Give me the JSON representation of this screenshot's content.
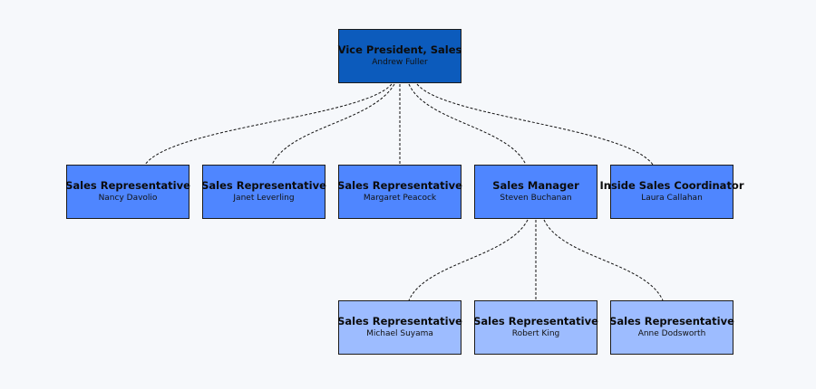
{
  "org_chart": {
    "root": {
      "title": "Vice President, Sales",
      "name": "Andrew Fuller"
    },
    "direct_reports": [
      {
        "title": "Sales Representative",
        "name": "Nancy Davolio"
      },
      {
        "title": "Sales Representative",
        "name": "Janet Leverling"
      },
      {
        "title": "Sales Representative",
        "name": "Margaret Peacock"
      },
      {
        "title": "Sales Manager",
        "name": "Steven Buchanan"
      },
      {
        "title": "Inside Sales Coordinator",
        "name": "Laura Callahan"
      }
    ],
    "manager_reports": [
      {
        "title": "Sales Representative",
        "name": "Michael Suyama"
      },
      {
        "title": "Sales Representative",
        "name": "Robert King"
      },
      {
        "title": "Sales Representative",
        "name": "Anne Dodsworth"
      }
    ],
    "colors": {
      "level0": "#0c5bbc",
      "level1": "#4f86ff",
      "level2": "#9dbcff",
      "background": "#f6f8fb"
    }
  }
}
